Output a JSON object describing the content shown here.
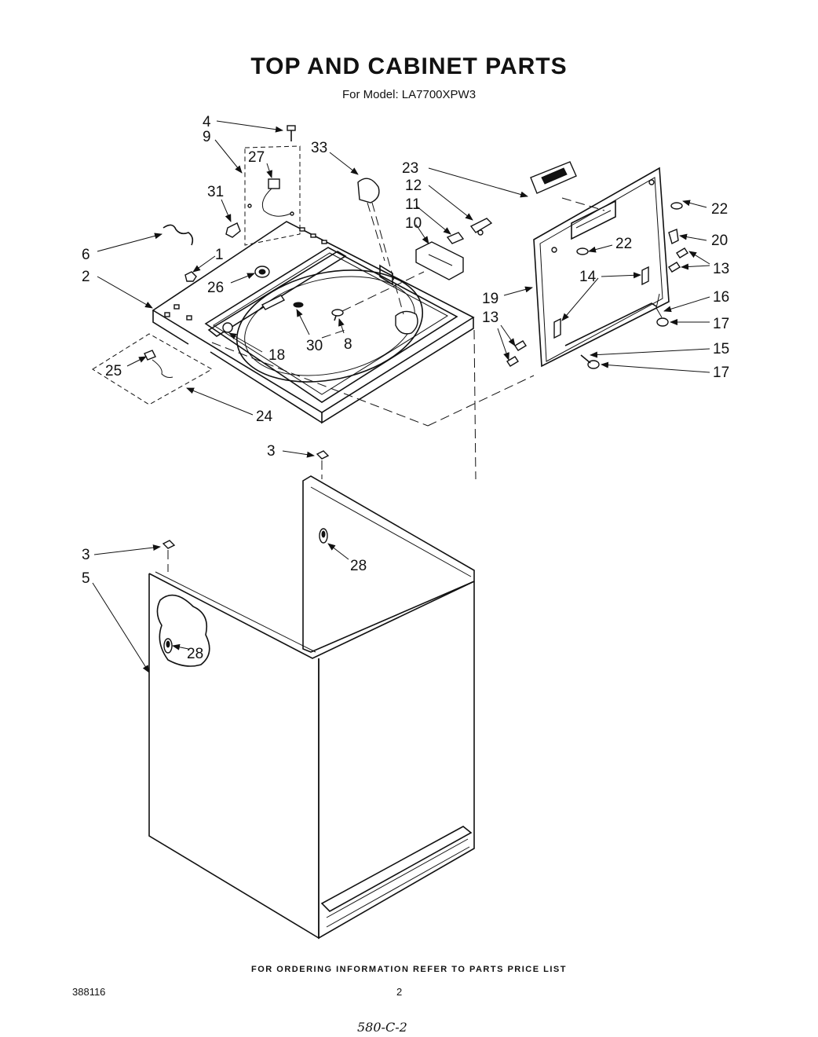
{
  "header": {
    "title": "TOP AND CABINET PARTS",
    "subtitle": "For Model: LA7700XPW3"
  },
  "footer": {
    "ordering_note": "FOR ORDERING INFORMATION REFER TO PARTS PRICE LIST",
    "doc_number": "388116",
    "page_number": "2",
    "handwritten_note": "580-C-2"
  },
  "callouts": [
    {
      "id": "c4",
      "label": "4"
    },
    {
      "id": "c9",
      "label": "9"
    },
    {
      "id": "c27",
      "label": "27"
    },
    {
      "id": "c33",
      "label": "33"
    },
    {
      "id": "c31",
      "label": "31"
    },
    {
      "id": "c6",
      "label": "6"
    },
    {
      "id": "c1",
      "label": "1"
    },
    {
      "id": "c2",
      "label": "2"
    },
    {
      "id": "c26",
      "label": "26"
    },
    {
      "id": "c23",
      "label": "23"
    },
    {
      "id": "c12",
      "label": "12"
    },
    {
      "id": "c11",
      "label": "11"
    },
    {
      "id": "c10",
      "label": "10"
    },
    {
      "id": "c22a",
      "label": "22"
    },
    {
      "id": "c22b",
      "label": "22"
    },
    {
      "id": "c20",
      "label": "20"
    },
    {
      "id": "c13a",
      "label": "13"
    },
    {
      "id": "c13b",
      "label": "13"
    },
    {
      "id": "c14",
      "label": "14"
    },
    {
      "id": "c19",
      "label": "19"
    },
    {
      "id": "c16",
      "label": "16"
    },
    {
      "id": "c17a",
      "label": "17"
    },
    {
      "id": "c17b",
      "label": "17"
    },
    {
      "id": "c15",
      "label": "15"
    },
    {
      "id": "c30",
      "label": "30"
    },
    {
      "id": "c8",
      "label": "8"
    },
    {
      "id": "c18",
      "label": "18"
    },
    {
      "id": "c25",
      "label": "25"
    },
    {
      "id": "c24",
      "label": "24"
    },
    {
      "id": "c3a",
      "label": "3"
    },
    {
      "id": "c3b",
      "label": "3"
    },
    {
      "id": "c28a",
      "label": "28"
    },
    {
      "id": "c28b",
      "label": "28"
    },
    {
      "id": "c5",
      "label": "5"
    }
  ]
}
